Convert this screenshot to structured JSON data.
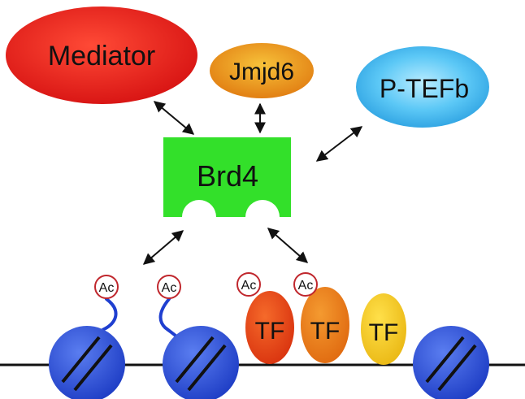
{
  "nodes": {
    "mediator": "Mediator",
    "jmjd6": "Jmjd6",
    "ptefb": "P-TEFb",
    "brd4": "Brd4",
    "tf1": "TF",
    "tf2": "TF",
    "tf3": "TF"
  },
  "acetyl_tags": [
    "Ac",
    "Ac",
    "Ac",
    "Ac"
  ],
  "colors": {
    "mediator": "#e8231f",
    "jmjd6": "#f0a020",
    "ptefb": "#3fb7ee",
    "brd4": "#33e02a",
    "nucleosome": "#2a50d8",
    "tf1": "#e6401a",
    "tf2": "#ea7a12",
    "tf3": "#f2c81c",
    "ac_ring": "#c0272d",
    "tail": "#1f3fd0"
  }
}
